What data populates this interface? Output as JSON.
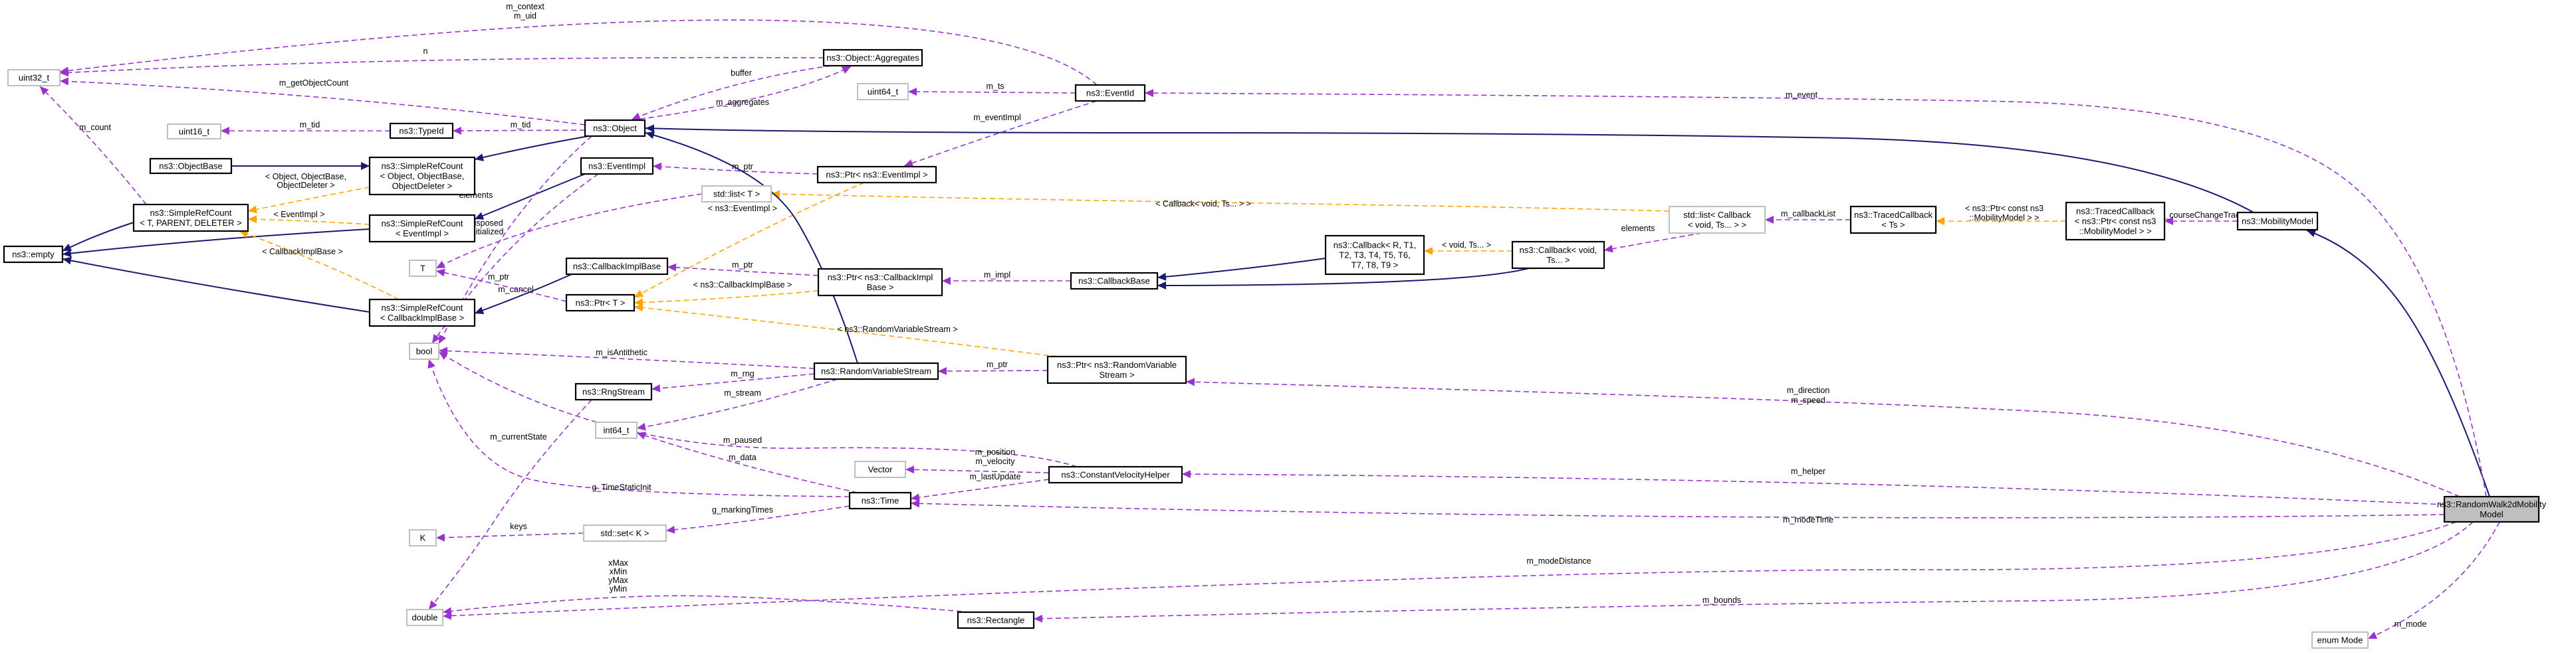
{
  "nodes": [
    {
      "id": "ns3_RandomWalk2dMobilityModel",
      "lines": [
        "ns3::RandomWalk2dMobility",
        "Model"
      ],
      "style": "root"
    },
    {
      "id": "ns3_MobilityModel",
      "lines": [
        "ns3::MobilityModel"
      ],
      "style": "class"
    },
    {
      "id": "ns3_Object",
      "lines": [
        "ns3::Object"
      ],
      "style": "class"
    },
    {
      "id": "ns3_ObjectBase",
      "lines": [
        "ns3::ObjectBase"
      ],
      "style": "class"
    },
    {
      "id": "ns3_SimpleRefCount_Object",
      "lines": [
        "ns3::SimpleRefCount",
        "< Object, ObjectBase,",
        "ObjectDeleter >"
      ],
      "style": "class"
    },
    {
      "id": "ns3_SimpleRefCount_T",
      "lines": [
        "ns3::SimpleRefCount",
        "< T, PARENT, DELETER >"
      ],
      "style": "class"
    },
    {
      "id": "ns3_empty",
      "lines": [
        "ns3::empty"
      ],
      "style": "class"
    },
    {
      "id": "uint32_t",
      "lines": [
        "uint32_t"
      ],
      "style": "ext"
    },
    {
      "id": "uint16_t",
      "lines": [
        "uint16_t"
      ],
      "style": "ext"
    },
    {
      "id": "ns3_TypeId",
      "lines": [
        "ns3::TypeId"
      ],
      "style": "class"
    },
    {
      "id": "ns3_Object_Aggregates",
      "lines": [
        "ns3::Object::Aggregates"
      ],
      "style": "class"
    },
    {
      "id": "ns3_EventId",
      "lines": [
        "ns3::EventId"
      ],
      "style": "class"
    },
    {
      "id": "uint64_t",
      "lines": [
        "uint64_t"
      ],
      "style": "ext"
    },
    {
      "id": "ns3_EventImpl",
      "lines": [
        "ns3::EventImpl"
      ],
      "style": "class"
    },
    {
      "id": "ns3_SimpleRefCount_EventImpl",
      "lines": [
        "ns3::SimpleRefCount",
        "< EventImpl >"
      ],
      "style": "class"
    },
    {
      "id": "ns3_Ptr_EventImpl",
      "lines": [
        "ns3::Ptr< ns3::EventImpl >"
      ],
      "style": "class"
    },
    {
      "id": "std_list_T",
      "lines": [
        "std::list< T >"
      ],
      "style": "ext"
    },
    {
      "id": "T",
      "lines": [
        "T"
      ],
      "style": "ext"
    },
    {
      "id": "ns3_CallbackImplBase",
      "lines": [
        "ns3::CallbackImplBase"
      ],
      "style": "class"
    },
    {
      "id": "ns3_SimpleRefCount_CallbackImplBase",
      "lines": [
        "ns3::SimpleRefCount",
        "< CallbackImplBase >"
      ],
      "style": "class"
    },
    {
      "id": "ns3_Ptr_T",
      "lines": [
        "ns3::Ptr< T >"
      ],
      "style": "class"
    },
    {
      "id": "ns3_Ptr_CallbackImplBase",
      "lines": [
        "ns3::Ptr< ns3::CallbackImpl",
        "Base >"
      ],
      "style": "class"
    },
    {
      "id": "ns3_CallbackBase",
      "lines": [
        "ns3::CallbackBase"
      ],
      "style": "class"
    },
    {
      "id": "ns3_Callback_R",
      "lines": [
        "ns3::Callback< R, T1,",
        "T2, T3, T4, T5, T6,",
        "T7, T8, T9 >"
      ],
      "style": "class"
    },
    {
      "id": "ns3_Callback_void",
      "lines": [
        "ns3::Callback< void,",
        "Ts... >"
      ],
      "style": "class"
    },
    {
      "id": "std_list_Callback",
      "lines": [
        "std::list< Callback",
        "< void, Ts... > >"
      ],
      "style": "ext"
    },
    {
      "id": "ns3_TracedCallback_Ts",
      "lines": [
        "ns3::TracedCallback",
        "< Ts >"
      ],
      "style": "class"
    },
    {
      "id": "ns3_TracedCallback_Ptr",
      "lines": [
        "ns3::TracedCallback",
        "< ns3::Ptr< const ns3",
        "::MobilityModel > >"
      ],
      "style": "class"
    },
    {
      "id": "bool",
      "lines": [
        "bool"
      ],
      "style": "ext"
    },
    {
      "id": "ns3_RngStream",
      "lines": [
        "ns3::RngStream"
      ],
      "style": "class"
    },
    {
      "id": "ns3_RandomVariableStream",
      "lines": [
        "ns3::RandomVariableStream"
      ],
      "style": "class"
    },
    {
      "id": "ns3_Ptr_RandomVariableStream",
      "lines": [
        "ns3::Ptr< ns3::RandomVariable",
        "Stream >"
      ],
      "style": "class"
    },
    {
      "id": "int64_t",
      "lines": [
        "int64_t"
      ],
      "style": "ext"
    },
    {
      "id": "Vector",
      "lines": [
        "Vector"
      ],
      "style": "ext"
    },
    {
      "id": "ns3_ConstantVelocityHelper",
      "lines": [
        "ns3::ConstantVelocityHelper"
      ],
      "style": "class"
    },
    {
      "id": "ns3_Time",
      "lines": [
        "ns3::Time"
      ],
      "style": "class"
    },
    {
      "id": "K",
      "lines": [
        "K"
      ],
      "style": "ext"
    },
    {
      "id": "std_set_K",
      "lines": [
        "std::set< K >"
      ],
      "style": "ext"
    },
    {
      "id": "double",
      "lines": [
        "double"
      ],
      "style": "ext"
    },
    {
      "id": "ns3_Rectangle",
      "lines": [
        "ns3::Rectangle"
      ],
      "style": "class"
    },
    {
      "id": "enum_Mode",
      "lines": [
        "enum Mode"
      ],
      "style": "ext"
    }
  ],
  "edges": [
    {
      "from": "ns3_RandomWalk2dMobilityModel",
      "to": "ns3_MobilityModel",
      "kind": "inheritance",
      "labels": []
    },
    {
      "from": "ns3_MobilityModel",
      "to": "ns3_Object",
      "kind": "inheritance",
      "labels": []
    },
    {
      "from": "ns3_Object",
      "to": "ns3_SimpleRefCount_Object",
      "kind": "inheritance",
      "labels": []
    },
    {
      "from": "ns3_ObjectBase",
      "to": "ns3_SimpleRefCount_Object",
      "kind": "inheritance",
      "labels": []
    },
    {
      "from": "ns3_SimpleRefCount_Object",
      "to": "ns3_SimpleRefCount_T",
      "kind": "template",
      "labels": [
        "< Object, ObjectBase,",
        "ObjectDeleter >"
      ]
    },
    {
      "from": "ns3_SimpleRefCount_T",
      "to": "ns3_empty",
      "kind": "inheritance",
      "labels": []
    },
    {
      "from": "ns3_SimpleRefCount_EventImpl",
      "to": "ns3_empty",
      "kind": "inheritance",
      "labels": []
    },
    {
      "from": "ns3_SimpleRefCount_CallbackImplBase",
      "to": "ns3_empty",
      "kind": "inheritance",
      "labels": []
    },
    {
      "from": "ns3_SimpleRefCount_EventImpl",
      "to": "ns3_SimpleRefCount_T",
      "kind": "template",
      "labels": [
        "< EventImpl >"
      ]
    },
    {
      "from": "ns3_SimpleRefCount_CallbackImplBase",
      "to": "ns3_SimpleRefCount_T",
      "kind": "template",
      "labels": [
        "< CallbackImplBase >"
      ]
    },
    {
      "from": "ns3_SimpleRefCount_T",
      "to": "uint32_t",
      "kind": "usage",
      "labels": [
        "m_count"
      ]
    },
    {
      "from": "ns3_Object",
      "to": "uint32_t",
      "kind": "usage",
      "labels": [
        "m_getObjectCount"
      ]
    },
    {
      "from": "ns3_TypeId",
      "to": "uint16_t",
      "kind": "usage",
      "labels": [
        "m_tid"
      ]
    },
    {
      "from": "ns3_Object",
      "to": "ns3_TypeId",
      "kind": "usage",
      "labels": [
        "m_tid"
      ]
    },
    {
      "from": "ns3_Object_Aggregates",
      "to": "uint32_t",
      "kind": "usage",
      "labels": [
        "n"
      ]
    },
    {
      "from": "ns3_Object",
      "to": "ns3_Object_Aggregates",
      "kind": "usage",
      "labels": [
        "m_aggregates"
      ]
    },
    {
      "from": "ns3_Object_Aggregates",
      "to": "ns3_Object",
      "kind": "usage",
      "labels": [
        "buffer"
      ]
    },
    {
      "from": "ns3_EventId",
      "to": "uint32_t",
      "kind": "usage",
      "labels": [
        "m_context",
        "m_uid"
      ]
    },
    {
      "from": "ns3_EventId",
      "to": "uint64_t",
      "kind": "usage",
      "labels": [
        "m_ts"
      ]
    },
    {
      "from": "ns3_EventId",
      "to": "ns3_Ptr_EventImpl",
      "kind": "usage",
      "labels": [
        "m_eventImpl"
      ]
    },
    {
      "from": "ns3_Ptr_EventImpl",
      "to": "ns3_EventImpl",
      "kind": "usage",
      "labels": [
        "m_ptr"
      ]
    },
    {
      "from": "ns3_EventImpl",
      "to": "ns3_SimpleRefCount_EventImpl",
      "kind": "inheritance",
      "labels": []
    },
    {
      "from": "ns3_EventImpl",
      "to": "bool",
      "kind": "usage",
      "labels": [
        "m_cancel"
      ]
    },
    {
      "from": "ns3_Object",
      "to": "bool",
      "kind": "usage",
      "labels": [
        "m_disposed",
        "m_initialized"
      ]
    },
    {
      "from": "ns3_Ptr_EventImpl",
      "to": "ns3_Ptr_T",
      "kind": "template",
      "labels": [
        "< ns3::EventImpl >"
      ]
    },
    {
      "from": "std_list_T",
      "to": "T",
      "kind": "usage",
      "labels": [
        "elements"
      ]
    },
    {
      "from": "ns3_Ptr_T",
      "to": "T",
      "kind": "usage",
      "labels": [
        "m_ptr"
      ]
    },
    {
      "from": "ns3_CallbackImplBase",
      "to": "ns3_SimpleRefCount_CallbackImplBase",
      "kind": "inheritance",
      "labels": []
    },
    {
      "from": "ns3_Ptr_CallbackImplBase",
      "to": "ns3_CallbackImplBase",
      "kind": "usage",
      "labels": [
        "m_ptr"
      ]
    },
    {
      "from": "ns3_Ptr_CallbackImplBase",
      "to": "ns3_Ptr_T",
      "kind": "template",
      "labels": [
        "< ns3::CallbackImplBase >"
      ]
    },
    {
      "from": "ns3_CallbackBase",
      "to": "ns3_Ptr_CallbackImplBase",
      "kind": "usage",
      "labels": [
        "m_impl"
      ]
    },
    {
      "from": "ns3_Callback_R",
      "to": "ns3_CallbackBase",
      "kind": "inheritance",
      "labels": []
    },
    {
      "from": "ns3_Callback_void",
      "to": "ns3_CallbackBase",
      "kind": "inheritance",
      "labels": []
    },
    {
      "from": "ns3_Callback_void",
      "to": "ns3_Callback_R",
      "kind": "template",
      "labels": [
        "< void, Ts... >"
      ]
    },
    {
      "from": "std_list_Callback",
      "to": "ns3_Callback_void",
      "kind": "usage",
      "labels": [
        "elements"
      ]
    },
    {
      "from": "std_list_Callback",
      "to": "std_list_T",
      "kind": "template",
      "labels": [
        "< Callback< void, Ts... > >"
      ]
    },
    {
      "from": "ns3_TracedCallback_Ts",
      "to": "std_list_Callback",
      "kind": "usage",
      "labels": [
        "m_callbackList"
      ]
    },
    {
      "from": "ns3_TracedCallback_Ptr",
      "to": "ns3_TracedCallback_Ts",
      "kind": "template",
      "labels": [
        "< ns3::Ptr< const ns3",
        "::MobilityModel > >"
      ]
    },
    {
      "from": "ns3_MobilityModel",
      "to": "ns3_TracedCallback_Ptr",
      "kind": "usage",
      "labels": [
        "m_courseChangeTrace"
      ]
    },
    {
      "from": "ns3_RandomWalk2dMobilityModel",
      "to": "ns3_EventId",
      "kind": "usage",
      "labels": [
        "m_event"
      ]
    },
    {
      "from": "ns3_RngStream",
      "to": "double",
      "kind": "usage",
      "labels": [
        "m_currentState"
      ]
    },
    {
      "from": "ns3_RandomVariableStream",
      "to": "ns3_Object",
      "kind": "inheritance",
      "labels": []
    },
    {
      "from": "ns3_RandomVariableStream",
      "to": "bool",
      "kind": "usage",
      "labels": [
        "m_isAntithetic"
      ]
    },
    {
      "from": "ns3_RandomVariableStream",
      "to": "ns3_RngStream",
      "kind": "usage",
      "labels": [
        "m_rng"
      ]
    },
    {
      "from": "ns3_RandomVariableStream",
      "to": "int64_t",
      "kind": "usage",
      "labels": [
        "m_stream"
      ]
    },
    {
      "from": "ns3_Ptr_RandomVariableStream",
      "to": "ns3_RandomVariableStream",
      "kind": "usage",
      "labels": [
        "m_ptr"
      ]
    },
    {
      "from": "ns3_Ptr_RandomVariableStream",
      "to": "ns3_Ptr_T",
      "kind": "template",
      "labels": [
        "< ns3::RandomVariableStream >"
      ]
    },
    {
      "from": "ns3_RandomWalk2dMobilityModel",
      "to": "ns3_Ptr_RandomVariableStream",
      "kind": "usage",
      "labels": [
        "m_direction",
        "m_speed"
      ]
    },
    {
      "from": "ns3_ConstantVelocityHelper",
      "to": "bool",
      "kind": "usage",
      "labels": [
        "m_paused"
      ]
    },
    {
      "from": "ns3_ConstantVelocityHelper",
      "to": "Vector",
      "kind": "usage",
      "labels": [
        "m_position",
        "m_velocity"
      ]
    },
    {
      "from": "ns3_ConstantVelocityHelper",
      "to": "ns3_Time",
      "kind": "usage",
      "labels": [
        "m_lastUpdate"
      ]
    },
    {
      "from": "ns3_RandomWalk2dMobilityModel",
      "to": "ns3_ConstantVelocityHelper",
      "kind": "usage",
      "labels": [
        "m_helper"
      ]
    },
    {
      "from": "ns3_Time",
      "to": "int64_t",
      "kind": "usage",
      "labels": [
        "m_data"
      ]
    },
    {
      "from": "ns3_Time",
      "to": "bool",
      "kind": "usage",
      "labels": [
        "g_TimeStaticInit"
      ]
    },
    {
      "from": "ns3_Time",
      "to": "std_set_K",
      "kind": "usage",
      "labels": [
        "g_markingTimes"
      ]
    },
    {
      "from": "std_set_K",
      "to": "K",
      "kind": "usage",
      "labels": [
        "keys"
      ]
    },
    {
      "from": "ns3_RandomWalk2dMobilityModel",
      "to": "ns3_Time",
      "kind": "usage",
      "labels": [
        "m_modeTime"
      ]
    },
    {
      "from": "ns3_RandomWalk2dMobilityModel",
      "to": "double",
      "kind": "usage",
      "labels": [
        "m_modeDistance"
      ]
    },
    {
      "from": "ns3_Rectangle",
      "to": "double",
      "kind": "usage",
      "labels": [
        "xMax",
        "xMin",
        "yMax",
        "yMin"
      ]
    },
    {
      "from": "ns3_RandomWalk2dMobilityModel",
      "to": "ns3_Rectangle",
      "kind": "usage",
      "labels": [
        "m_bounds"
      ]
    },
    {
      "from": "ns3_RandomWalk2dMobilityModel",
      "to": "enum_Mode",
      "kind": "usage",
      "labels": [
        "m_mode"
      ]
    }
  ],
  "colors": {
    "inheritance": "#191970",
    "usage": "#9a32cd",
    "template": "#ffa500",
    "node_border": "#000000",
    "external_border": "#bfbfbf",
    "root_fill": "#bfbfbf"
  }
}
